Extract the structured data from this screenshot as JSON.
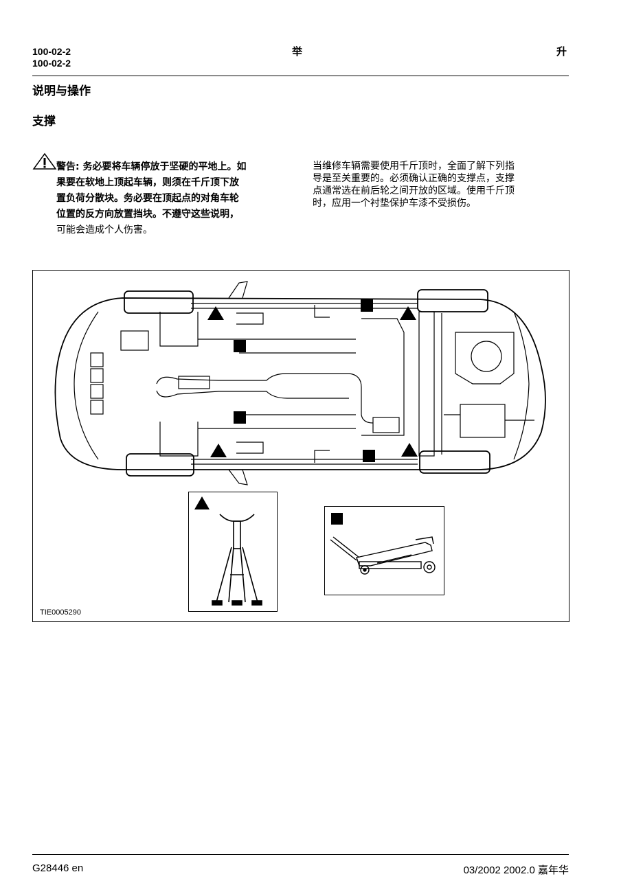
{
  "header": {
    "code_line1": "100-02-2",
    "code_line2": "100-02-2",
    "title_left": "举",
    "title_right": "升"
  },
  "section": {
    "title": "说明与操作",
    "subtitle": "支撑"
  },
  "warning": {
    "icon": "warning-triangle-icon",
    "lines": [
      "警告: 务必要将车辆停放于坚硬的平地上。如",
      "果要在软地上顶起车辆，则须在千斤顶下放",
      "置负荷分散块。务必要在顶起点的对角车轮",
      "位置的反方向放置挡块。不遵守这些说明，",
      "可能会造成个人伤害。"
    ]
  },
  "description": {
    "lines": [
      "当维修车辆需要使用千斤顶时，全面了解下列指",
      "导是至关重要的。必须确认正确的支撑点，支撑",
      "点通常选在前后轮之间开放的区域。使用千斤顶",
      "时，应用一个衬垫保护车漆不受损伤。"
    ]
  },
  "figure": {
    "code": "TIE0005290",
    "legend": {
      "triangle": "jack-stand",
      "square": "floor-jack"
    }
  },
  "footer": {
    "left": "G28446 en",
    "right": "03/2002 2002.0 嘉年华"
  }
}
